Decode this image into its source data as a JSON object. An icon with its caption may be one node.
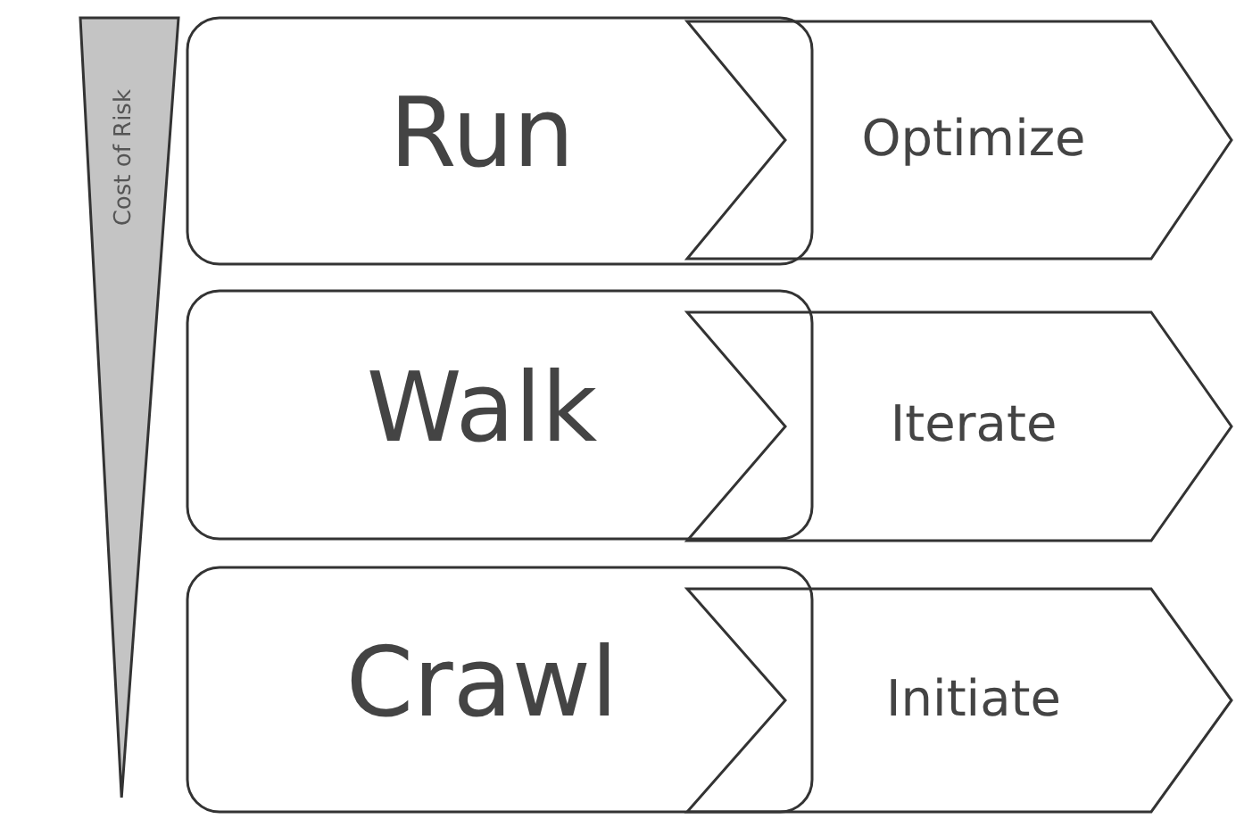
{
  "diagram": {
    "nodes": [
      {
        "text": [
          "Cost of Risk"
        ]
      },
      {
        "text": [
          "Run"
        ]
      },
      {
        "text": [
          "Optimize"
        ]
      },
      {
        "text": [
          "Walk"
        ]
      },
      {
        "text": [
          "Iterate"
        ]
      },
      {
        "text": [
          "Crawl"
        ]
      },
      {
        "text": [
          "Initiate"
        ]
      }
    ]
  }
}
